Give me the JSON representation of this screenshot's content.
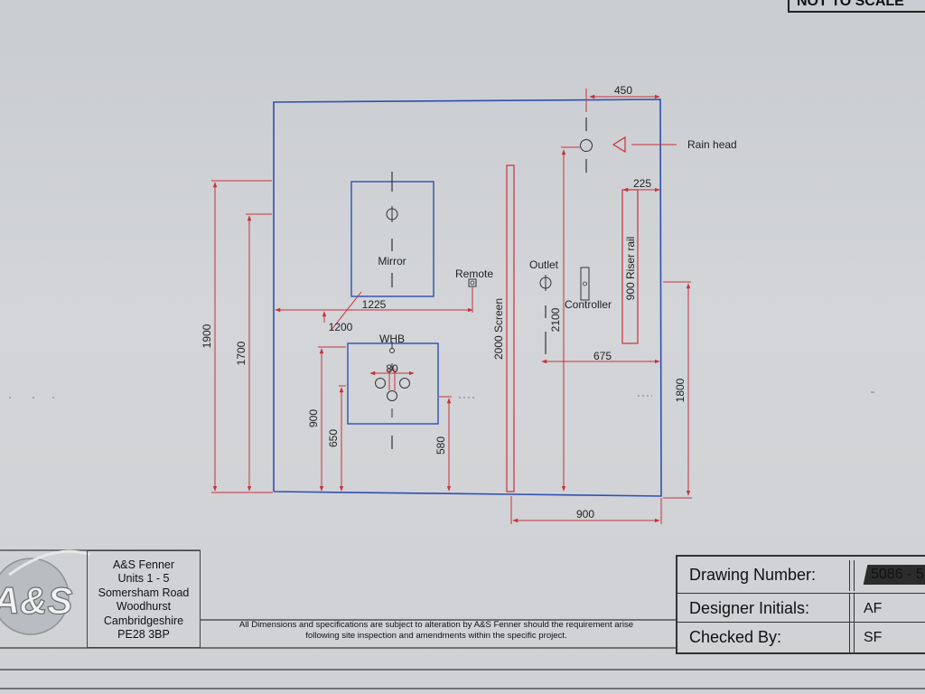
{
  "title_block": {
    "scale_note": "NOT TO SCALE",
    "drawing_number_label": "Drawing Number:",
    "drawing_number_value": "5086 - 5",
    "designer_initials_label": "Designer Initials:",
    "designer_initials_value": "AF",
    "checked_by_label": "Checked By:",
    "checked_by_value": "SF"
  },
  "company": {
    "logo_text": "A&S",
    "address": [
      "A&S Fenner",
      "Units 1 - 5",
      "Somersham Road",
      "Woodhurst",
      "Cambridgeshire",
      "PE28 3BP"
    ]
  },
  "disclaimer": [
    "All Dimensions and specifications are subject to alteration by A&S Fenner should the requirement arise",
    "following site inspection and amendments within the specific project."
  ],
  "labels": {
    "mirror": "Mirror",
    "remote": "Remote",
    "outlet": "Outlet",
    "controller": "Controller",
    "rain_head": "Rain head",
    "whb": "WHB",
    "screen": "2000 Screen",
    "riser_rail": "900 Riser rail"
  },
  "dimensions": {
    "d450": "450",
    "d225": "225",
    "d1225": "1225",
    "d1200": "1200",
    "d1900": "1900",
    "d1700": "1700",
    "d2100": "2100",
    "d675": "675",
    "d80": "80",
    "d900_whb": "900",
    "d650": "650",
    "d580": "580",
    "d1800": "1800",
    "d900_bottom": "900"
  },
  "colors": {
    "dimension_red": "#c8313b",
    "outline_blue": "#2f4fb0",
    "text_dark": "#222222"
  }
}
